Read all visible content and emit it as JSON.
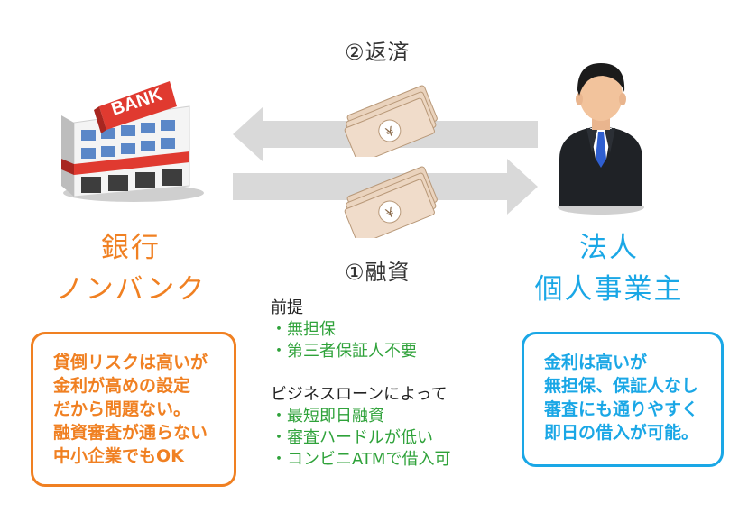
{
  "colors": {
    "bank": "#f08022",
    "corp": "#1aa7e6",
    "green": "#2fa23a",
    "arrow": "#d9d9d9"
  },
  "icons": {
    "bank": "bank-building-icon",
    "person": "businessman-icon",
    "money": "yen-banknotes-icon"
  },
  "bank_sign": "BANK",
  "repay_label": "②返済",
  "loan_label": "①融資",
  "bank": {
    "name_lines": [
      "銀行",
      "ノンバンク"
    ],
    "note_lines": [
      "貸倒リスクは高いが",
      "金利が高めの設定",
      "だから問題ない。",
      "融資審査が通らない",
      "中小企業でもOK"
    ]
  },
  "corp": {
    "name_lines": [
      "法人",
      "個人事業主"
    ],
    "note_lines": [
      "金利は高いが",
      "無担保、保証人なし",
      "審査にも通りやすく",
      "即日の借入が可能。"
    ]
  },
  "premise": {
    "heading": "前提",
    "items": [
      "・無担保",
      "・第三者保証人不要"
    ]
  },
  "business_loan": {
    "heading": "ビジネスローンによって",
    "items": [
      "・最短即日融資",
      "・審査ハードルが低い",
      "・コンビニATMで借入可"
    ]
  }
}
